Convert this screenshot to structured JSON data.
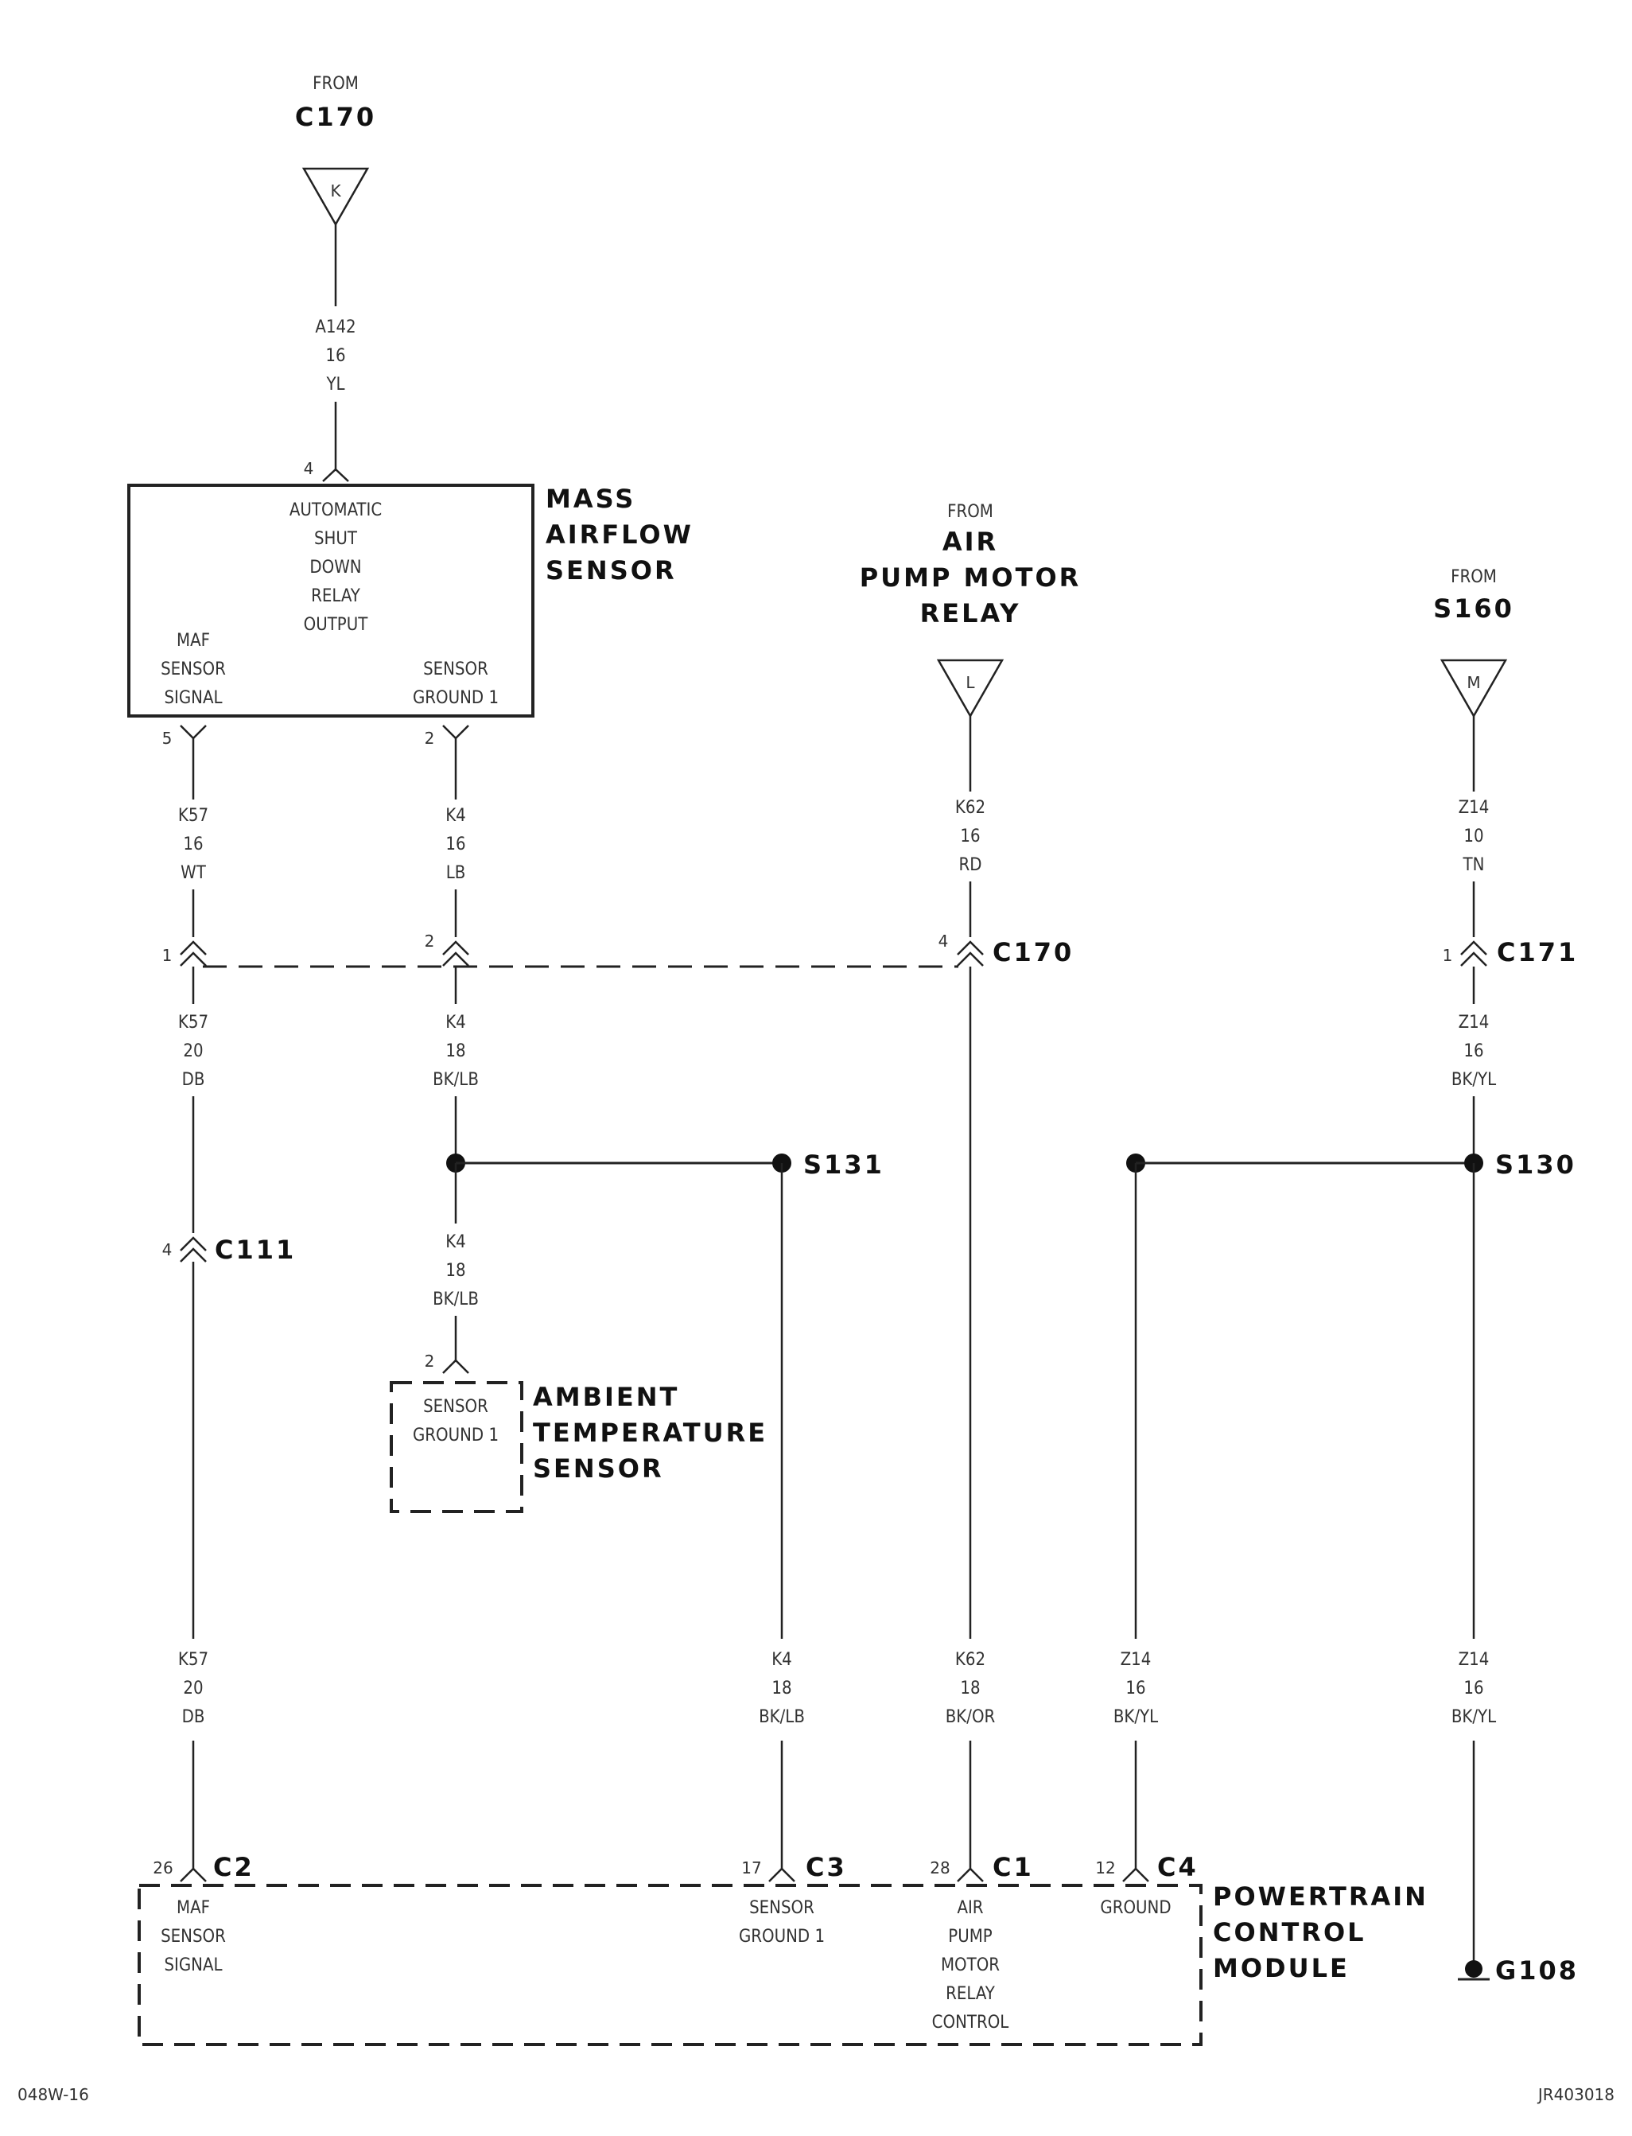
{
  "labels": {
    "from": "FROM",
    "c170_top": "C170",
    "c170_pin_letter": "K",
    "wire_a142": [
      "A142",
      "16",
      "YL"
    ],
    "maf_pin4": "4",
    "maf_internal": [
      "AUTOMATIC",
      "SHUT",
      "DOWN",
      "RELAY",
      "OUTPUT"
    ],
    "maf_signal": [
      "MAF",
      "SENSOR",
      "SIGNAL"
    ],
    "maf_ground": [
      "SENSOR",
      "GROUND 1"
    ],
    "maf_title": [
      "MASS",
      "AIRFLOW",
      "SENSOR"
    ],
    "maf_pin5": "5",
    "maf_pin2": "2",
    "air_pump_from": "FROM",
    "air_pump_title": [
      "AIR",
      "PUMP MOTOR",
      "RELAY"
    ],
    "air_pump_pin_letter": "L",
    "s160_from": "FROM",
    "s160": "S160",
    "s160_pin_letter": "M",
    "wire_k57_16": [
      "K57",
      "16",
      "WT"
    ],
    "wire_k4_16": [
      "K4",
      "16",
      "LB"
    ],
    "wire_k62_16": [
      "K62",
      "16",
      "RD"
    ],
    "wire_z14_10": [
      "Z14",
      "10",
      "TN"
    ],
    "c170": "C170",
    "c170_pins": [
      "1",
      "2",
      "4"
    ],
    "c171": "C171",
    "c171_pin": "1",
    "wire_k57_20a": [
      "K57",
      "20",
      "DB"
    ],
    "wire_k4_18a": [
      "K4",
      "18",
      "BK/LB"
    ],
    "wire_z14_16a": [
      "Z14",
      "16",
      "BK/YL"
    ],
    "s131": "S131",
    "s130": "S130",
    "c111": "C111",
    "c111_pin": "4",
    "wire_k4_18b": [
      "K4",
      "18",
      "BK/LB"
    ],
    "amb_pin": "2",
    "amb_ground": [
      "SENSOR",
      "GROUND 1"
    ],
    "amb_title": [
      "AMBIENT",
      "TEMPERATURE",
      "SENSOR"
    ],
    "wire_k57_20b": [
      "K57",
      "20",
      "DB"
    ],
    "wire_k4_18c": [
      "K4",
      "18",
      "BK/LB"
    ],
    "wire_k62_18": [
      "K62",
      "18",
      "BK/OR"
    ],
    "wire_z14_16b": [
      "Z14",
      "16",
      "BK/YL"
    ],
    "wire_z14_16c": [
      "Z14",
      "16",
      "BK/YL"
    ],
    "pcm_pins": {
      "c2": "26",
      "c3": "17",
      "c1": "28",
      "c4": "12"
    },
    "pcm_connectors": {
      "c2": "C2",
      "c3": "C3",
      "c1": "C1",
      "c4": "C4"
    },
    "pcm_maf": [
      "MAF",
      "SENSOR",
      "SIGNAL"
    ],
    "pcm_ground1": [
      "SENSOR",
      "GROUND 1"
    ],
    "pcm_relay": [
      "AIR",
      "PUMP",
      "MOTOR",
      "RELAY",
      "CONTROL"
    ],
    "pcm_ground": "GROUND",
    "pcm_title": [
      "POWERTRAIN",
      "CONTROL",
      "MODULE"
    ],
    "g108": "G108",
    "footer_left": "048W-16",
    "footer_right": "JR403018"
  }
}
